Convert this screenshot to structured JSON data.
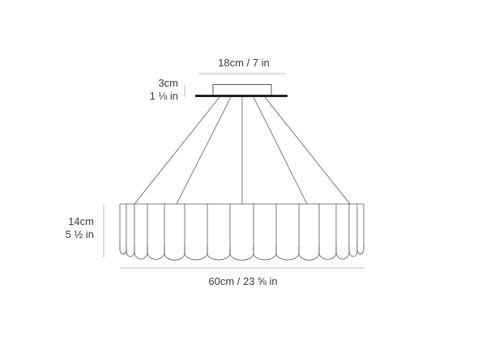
{
  "dimensions": {
    "canopy_width": "18cm / 7 in",
    "canopy_height_metric": "3cm",
    "canopy_height_imperial": "1 ⅛ in",
    "shade_height_metric": "14cm",
    "shade_height_imperial": "5 ½ in",
    "shade_width": "60cm / 23 ⅝ in"
  },
  "colors": {
    "line": "#555555",
    "plate": "#222222",
    "dimension_line": "#bbbbbb"
  }
}
